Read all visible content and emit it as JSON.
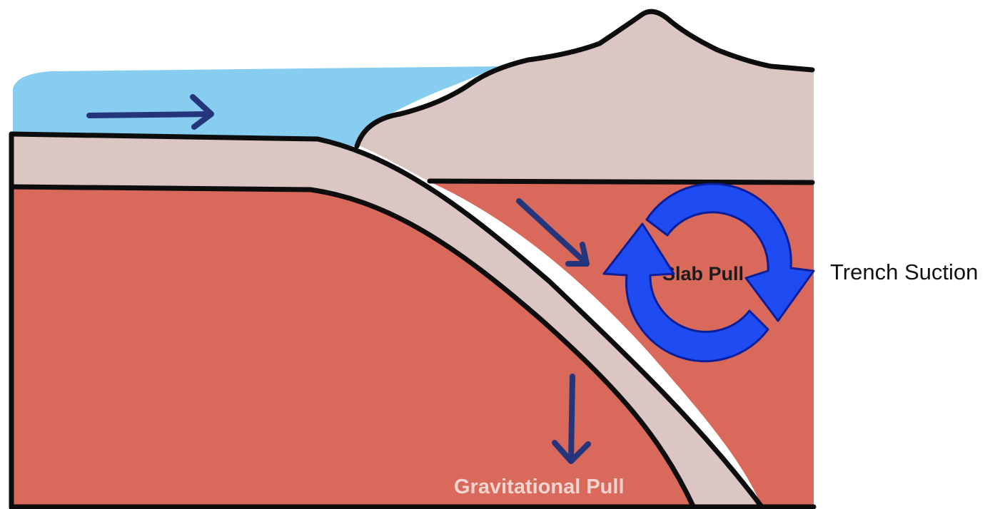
{
  "labels": {
    "slab_pull": "Slab Pull",
    "gravitational_pull": "Gravitational Pull",
    "trench_suction": "Trench Suction"
  },
  "colors": {
    "ocean": "#86cdf0",
    "plate": "#dcc6c4",
    "mantle": "#d9695b",
    "outline": "#0d0d0d",
    "force_arrow": "#25357c",
    "cycle_arrow": "#1e4cf2",
    "cycle_outline": "#0a1e9a"
  }
}
